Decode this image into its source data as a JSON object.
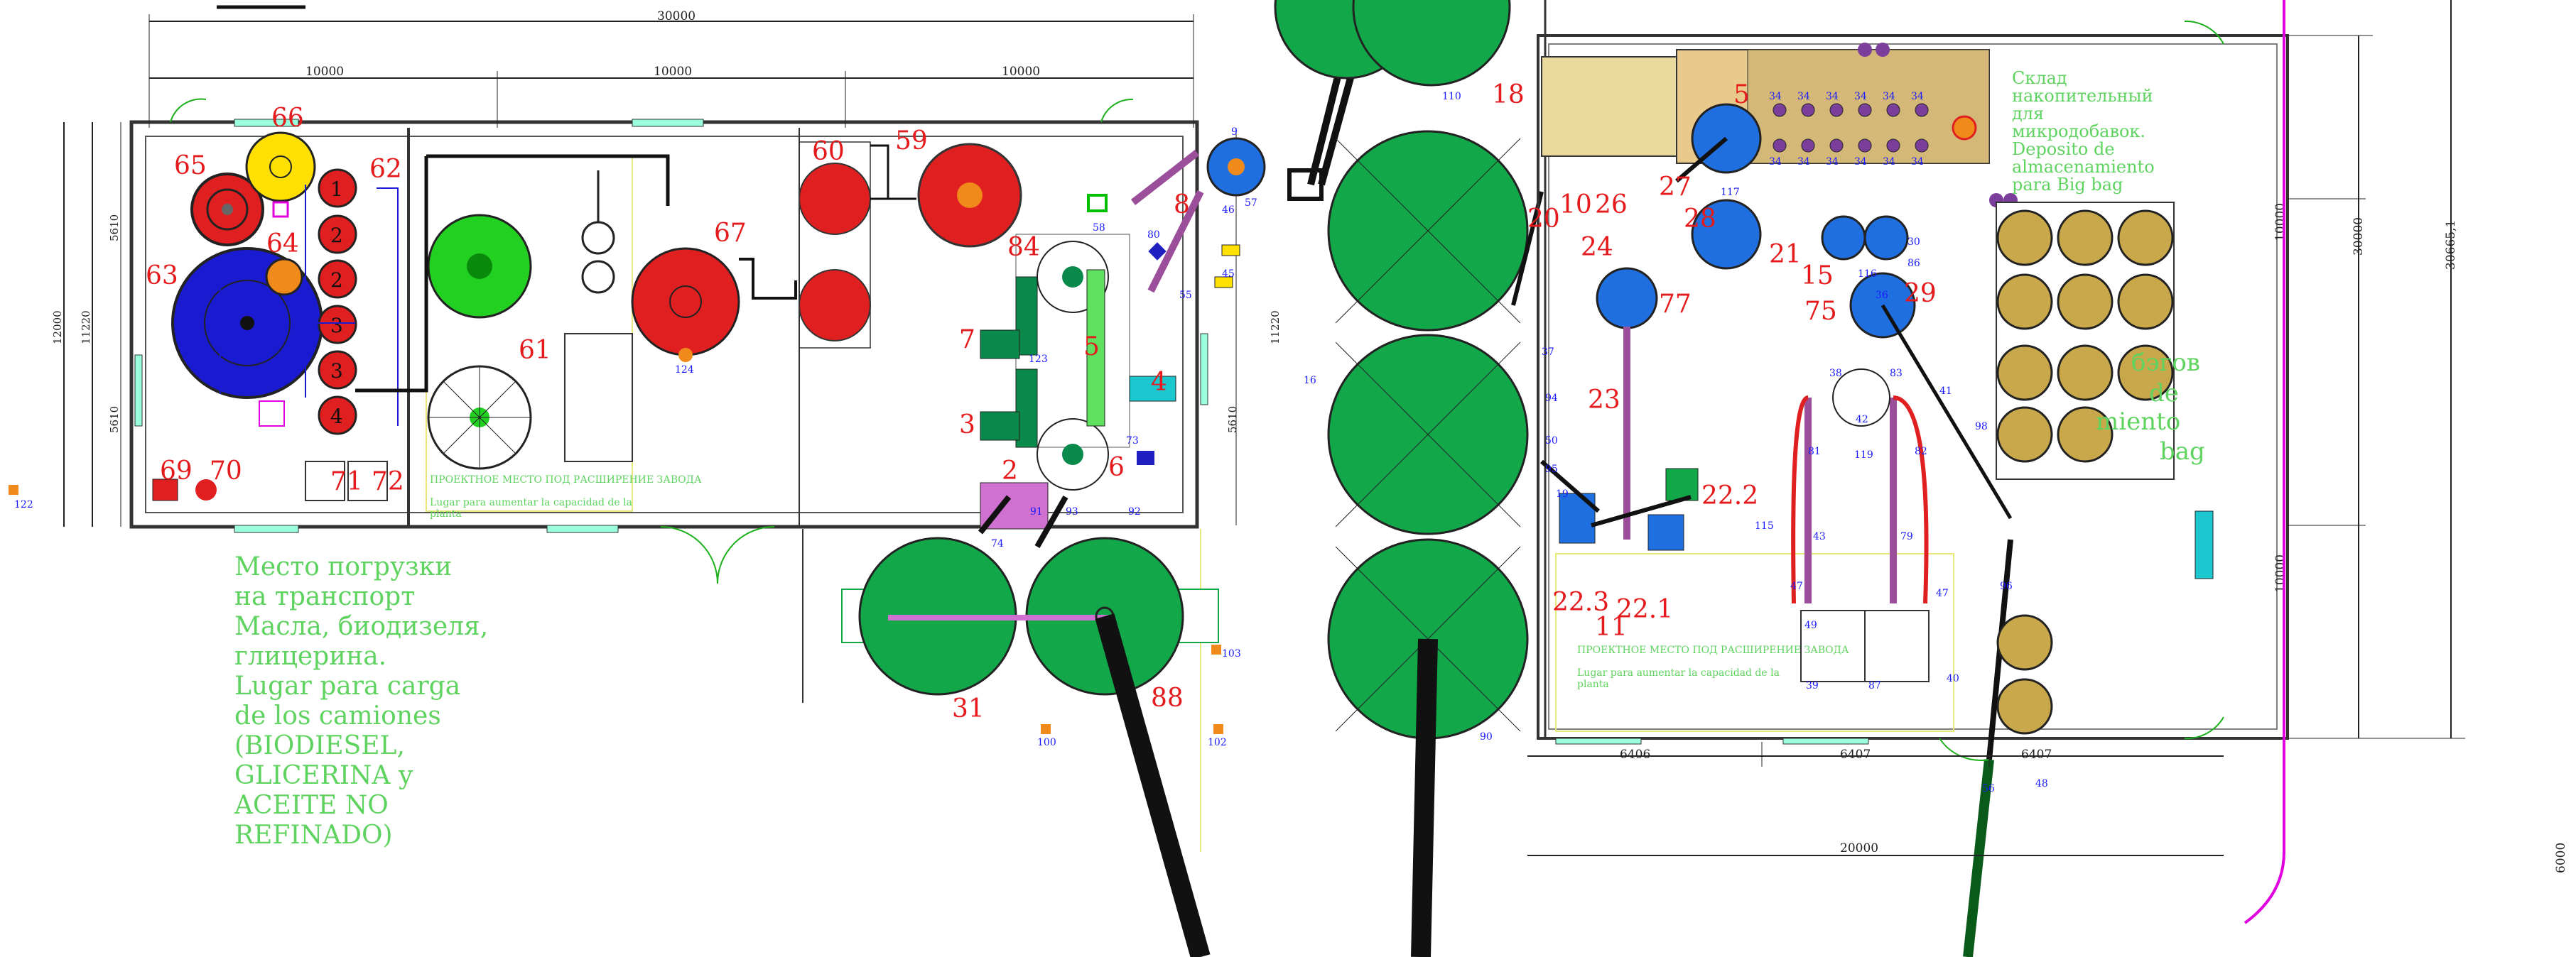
{
  "colors": {
    "wall": "#333333",
    "tank_green": "#12a84a",
    "tank_blue": "#1f6fe0",
    "tank_red": "#e02020",
    "tank_yellow": "#ffe000",
    "tank_orange": "#f08a1a",
    "pipe_purple": "#9b4f9b",
    "note_green": "#5fd35f",
    "number_red": "#e41a1c",
    "magenta": "#e000e0",
    "bigbag": "#c8a84a"
  },
  "dimensions": {
    "top_overall": "30000",
    "top_seg1": "10000",
    "top_seg2": "10000",
    "top_seg3": "10000",
    "left_overall": "12000",
    "left_inner": "11220",
    "left_a": "5610",
    "left_b": "5610",
    "mid_a": "11220",
    "mid_b": "5610",
    "right_overall": "30000",
    "right_total": "30665,1",
    "right_a": "10000",
    "right_b": "10000",
    "bottom_overall": "20000",
    "bottom_a": "6406",
    "bottom_b": "6407",
    "bottom_c": "6407",
    "far_right": "6000"
  },
  "labels": {
    "n65": "65",
    "n66": "66",
    "n62": "62",
    "n63": "63",
    "n64": "64",
    "n61": "61",
    "n67": "67",
    "n60": "60",
    "n59": "59",
    "n8": "8",
    "n84": "84",
    "n7": "7",
    "n3": "3",
    "n5": "5",
    "n4": "4",
    "n6": "6",
    "n2": "2",
    "n69": "69",
    "n70": "70",
    "n71": "71",
    "n72": "72",
    "n31": "31",
    "n88": "88",
    "n18": "18",
    "n20": "20",
    "n10": "10",
    "n26": "26",
    "n27": "27",
    "n24": "24",
    "n77": "77",
    "n23": "23",
    "n21": "21",
    "n15": "15",
    "n75": "75",
    "n29": "29",
    "n28": "28",
    "n22_2": "22.2",
    "n22_3": "22.3",
    "n22_1": "22.1",
    "n11": "11",
    "n1": "1",
    "n2b": "2",
    "n3b": "3",
    "n4b": "4",
    "n5b": "5"
  },
  "notes": {
    "loading_ru_1": "Место погрузки",
    "loading_ru_2": "на транспорт",
    "loading_ru_3": "Масла, биодизеля,",
    "loading_ru_4": "глицерина.",
    "loading_es_1": "Lugar para carga",
    "loading_es_2": "de los camiones",
    "loading_es_3": "(BIODIESEL,",
    "loading_es_4": "GLICERINA y",
    "loading_es_5": "ACEITE NO",
    "loading_es_6": "REFINADO)",
    "expansion_ru": "ПРОЕКТНОЕ МЕСТО ПОД РАСШИРЕНИЕ ЗАВОДА",
    "expansion_es_1": "Lugar para aumentar la capacidad de la",
    "expansion_es_2": "planta",
    "expansion2_ru": "ПРОЕКТНОЕ МЕСТО ПОД РАСШИРЕНИЕ ЗАВОДА",
    "expansion2_es_1": "Lugar para aumentar la capacidad de la",
    "expansion2_es_2": "planta",
    "warehouse_1": "Склад",
    "warehouse_2": "накопительный",
    "warehouse_3": "для",
    "warehouse_4": "микродобавок.",
    "warehouse_5": "Deposito de",
    "warehouse_6": "almacenamiento",
    "warehouse_7": "para Big bag",
    "bigbag_1": "бэгов",
    "bigbag_2": "de",
    "bigbag_3": "miento",
    "bigbag_4": "bag"
  },
  "small_tags": {
    "t122": "122",
    "t124": "124",
    "t123": "123",
    "t100": "100",
    "t102": "102",
    "t103": "103",
    "t119": "119",
    "t117": "117",
    "t115": "115",
    "t116": "116",
    "t48": "48",
    "t56": "56",
    "t90": "90",
    "t36": "36",
    "t39": "39",
    "t40": "40",
    "t47": "47",
    "t49": "49",
    "t41": "41",
    "t42": "42",
    "t43": "43",
    "t79": "79",
    "t81": "81",
    "t82": "82",
    "t83": "83",
    "t38": "38",
    "t87": "87",
    "t98": "98",
    "t96": "96",
    "t30": "30",
    "t86": "86",
    "t34": "34",
    "t74": "74",
    "t91": "91",
    "t93": "93",
    "t92": "92",
    "t73": "73",
    "t80": "80",
    "t45": "45",
    "t46": "46",
    "t57": "57",
    "t58": "58",
    "t55": "55",
    "t16": "16",
    "t50": "50",
    "t19": "19",
    "t37": "37",
    "t94": "94",
    "t95": "95",
    "t110": "110",
    "t9": "9"
  }
}
